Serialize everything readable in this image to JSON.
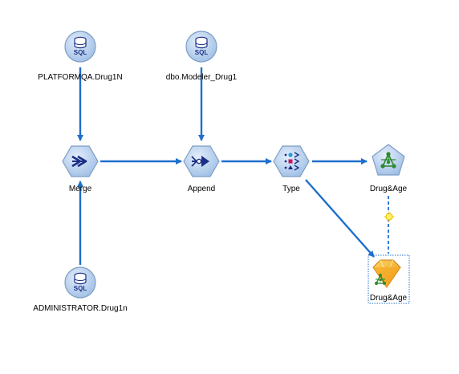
{
  "canvas": {
    "background": "#ffffff"
  },
  "colors": {
    "link": "#1f6fcc",
    "node_fill": "#aec9ea",
    "node_stroke": "#7f9ec4",
    "icon_dark": "#1b2f86",
    "model_gold": "#f3b12a",
    "model_green": "#2f8a2f"
  },
  "nodes": {
    "sql_platformqa": {
      "label": "PLATFORMQA.Drug1N",
      "icon": "sql-database-icon",
      "icon_text": "SQL"
    },
    "sql_dbo": {
      "label": "dbo.Modeler_Drug1",
      "icon": "sql-database-icon",
      "icon_text": "SQL"
    },
    "merge": {
      "label": "Merge",
      "icon": "merge-icon"
    },
    "append": {
      "label": "Append",
      "icon": "append-icon"
    },
    "type": {
      "label": "Type",
      "icon": "type-icon"
    },
    "drug_age_model": {
      "label": "Drug&Age",
      "icon": "bayesian-network-modeling-icon"
    },
    "sql_admin": {
      "label": "ADMINISTRATOR.Drug1n",
      "icon": "sql-database-icon",
      "icon_text": "SQL"
    },
    "drug_age_nugget": {
      "label": "Drug&Age",
      "icon": "model-nugget-icon"
    }
  },
  "links": [
    {
      "from": "sql_platformqa",
      "to": "merge"
    },
    {
      "from": "sql_admin",
      "to": "merge"
    },
    {
      "from": "sql_dbo",
      "to": "append"
    },
    {
      "from": "merge",
      "to": "append"
    },
    {
      "from": "append",
      "to": "type"
    },
    {
      "from": "type",
      "to": "drug_age_model"
    },
    {
      "from": "type",
      "to": "drug_age_nugget"
    },
    {
      "from": "drug_age_model",
      "to": "drug_age_nugget",
      "style": "dashed"
    }
  ]
}
